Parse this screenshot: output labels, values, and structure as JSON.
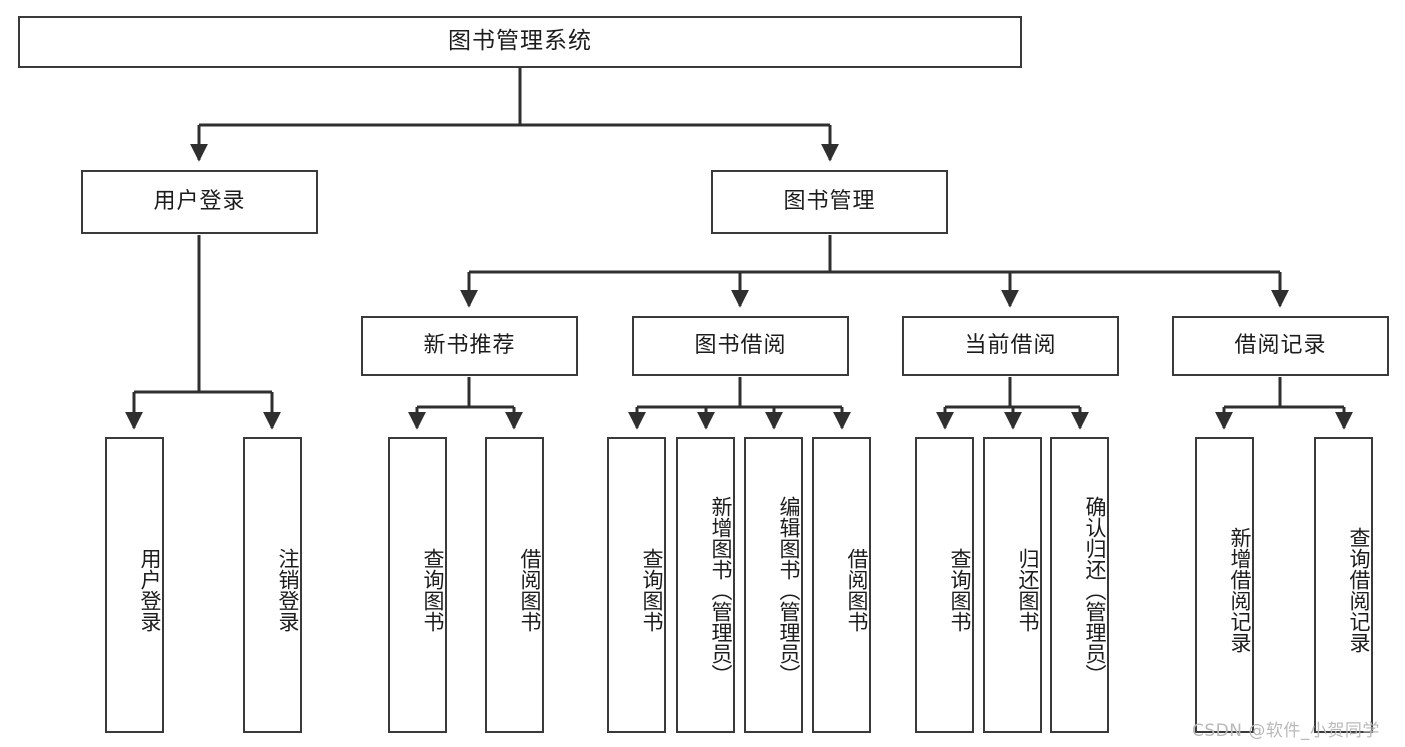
{
  "diagram": {
    "title": "图书管理系统",
    "type": "tree-hierarchy-diagram",
    "style": {
      "box_border_color": "#3a3a3a",
      "box_fill_color": "#ffffff",
      "line_color": "#2f2f2f",
      "text_color": "#1c1c1c",
      "background_color": "#ffffff",
      "watermark_color": "#b9b9b9"
    },
    "root": {
      "label": "图书管理系统"
    },
    "level2": [
      {
        "id": "user-login",
        "label": "用户登录"
      },
      {
        "id": "book-management",
        "label": "图书管理"
      }
    ],
    "level3": [
      {
        "id": "new-book-recommend",
        "label": "新书推荐",
        "parent": "book-management"
      },
      {
        "id": "book-borrow",
        "label": "图书借阅",
        "parent": "book-management"
      },
      {
        "id": "current-borrow",
        "label": "当前借阅",
        "parent": "book-management"
      },
      {
        "id": "borrow-record",
        "label": "借阅记录",
        "parent": "book-management"
      }
    ],
    "leaves": {
      "user-login": [
        {
          "id": "leaf-user-login",
          "label": "用户登录"
        },
        {
          "id": "leaf-logout",
          "label": "注销登录"
        }
      ],
      "new-book-recommend": [
        {
          "id": "leaf-query-book-1",
          "label": "查询图书"
        },
        {
          "id": "leaf-borrow-book-1",
          "label": "借阅图书"
        }
      ],
      "book-borrow": [
        {
          "id": "leaf-query-book-2",
          "label": "查询图书"
        },
        {
          "id": "leaf-add-book",
          "label": "新增图书（管理员）"
        },
        {
          "id": "leaf-edit-book",
          "label": "编辑图书（管理员）"
        },
        {
          "id": "leaf-borrow-book-2",
          "label": "借阅图书"
        }
      ],
      "current-borrow": [
        {
          "id": "leaf-query-book-3",
          "label": "查询图书"
        },
        {
          "id": "leaf-return-book",
          "label": "归还图书"
        },
        {
          "id": "leaf-confirm-return",
          "label": "确认归还（管理员）"
        }
      ],
      "borrow-record": [
        {
          "id": "leaf-add-record",
          "label": "新增借阅记录"
        },
        {
          "id": "leaf-query-record",
          "label": "查询借阅记录"
        }
      ]
    }
  },
  "watermark": {
    "text": "CSDN @软件_小贺同学"
  }
}
